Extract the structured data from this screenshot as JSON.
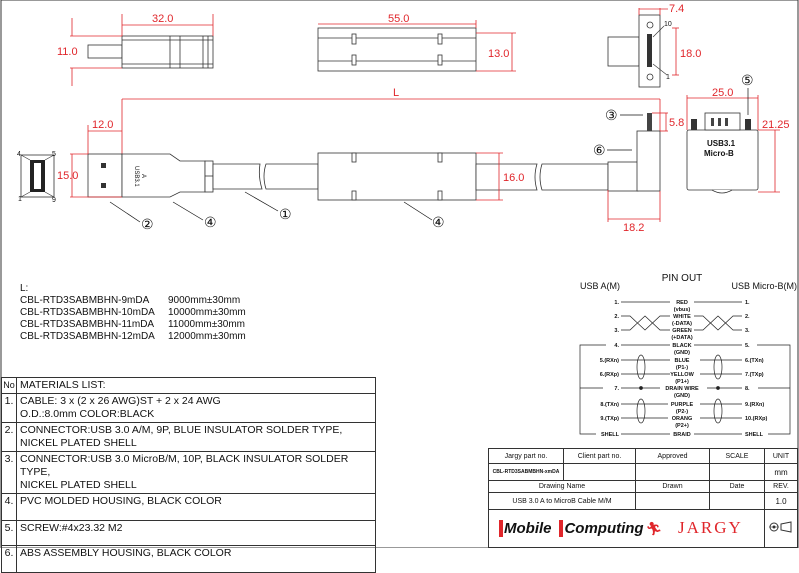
{
  "dimensions": {
    "top_plug_length": "32.0",
    "top_plug_height": "11.0",
    "ferrite_length": "55.0",
    "ferrite_height": "13.0",
    "microb_width": "7.4",
    "microb_height": "18.0",
    "overall_length": "L",
    "plug_tip_length": "12.0",
    "plug_height": "15.0",
    "cable_od": "16.0",
    "screw_length": "5.8",
    "microb_depth": "18.2",
    "microb_face_width": "25.0",
    "microb_face_height": "21.25"
  },
  "callouts": [
    "①",
    "②",
    "③",
    "④",
    "⑤",
    "⑥"
  ],
  "face_pins": {
    "p4": "4",
    "p5": "5",
    "p1": "1",
    "p9": "9",
    "m10": "10",
    "m1": "1"
  },
  "connector_marks": {
    "usb_a_line1": "USB3.1",
    "usb_a_line2": "A",
    "microb_line1": "USB3.1",
    "microb_line2": "Micro-B"
  },
  "length_list": {
    "title": "L:",
    "items": [
      {
        "part": "CBL-RTD3SABMBHN-9mDA",
        "length": "9000mm±30mm"
      },
      {
        "part": "CBL-RTD3SABMBHN-10mDA",
        "length": "10000mm±30mm"
      },
      {
        "part": "CBL-RTD3SABMBHN-11mDA",
        "length": "11000mm±30mm"
      },
      {
        "part": "CBL-RTD3SABMBHN-12mDA",
        "length": "12000mm±30mm"
      }
    ]
  },
  "materials": {
    "no_header": "No",
    "header": "MATERIALS LIST:",
    "items": [
      {
        "no": "1.",
        "line1": "CABLE: 3 x (2 x 26 AWG)ST + 2 x 24 AWG",
        "line2": "O.D.:8.0mm COLOR:BLACK"
      },
      {
        "no": "2.",
        "line1": "CONNECTOR:USB 3.0 A/M, 9P, BLUE INSULATOR SOLDER TYPE,",
        "line2": "NICKEL PLATED SHELL"
      },
      {
        "no": "3.",
        "line1": "CONNECTOR:USB 3.0 MicroB/M, 10P, BLACK INSULATOR SOLDER TYPE,",
        "line2": "NICKEL PLATED SHELL"
      },
      {
        "no": "4.",
        "line1": "PVC MOLDED HOUSING, BLACK COLOR",
        "line2": ""
      },
      {
        "no": "5.",
        "line1": "SCREW:#4x23.32 M2",
        "line2": ""
      },
      {
        "no": "6.",
        "line1": "ABS ASSEMBLY HOUSING, BLACK COLOR",
        "line2": ""
      }
    ]
  },
  "pinout": {
    "title": "PIN OUT",
    "left_header": "USB A(M)",
    "right_header": "USB Micro-B(M)",
    "rows": [
      {
        "left": "1.",
        "wire": "RED",
        "sub": "(vbus)",
        "right": "1."
      },
      {
        "left": "2.",
        "wire": "WHITE",
        "sub": "(-DATA)",
        "right": "2."
      },
      {
        "left": "3.",
        "wire": "GREEN",
        "sub": "(+DATA)",
        "right": "3."
      },
      {
        "left": "4.",
        "wire": "BLACK",
        "sub": "(GND)",
        "right": "5."
      },
      {
        "left": "5.(RXn)",
        "wire": "BLUE",
        "sub": "(P1-)",
        "right": "6.(TXn)"
      },
      {
        "left": "6.(RXp)",
        "wire": "YELLOW",
        "sub": "(P1+)",
        "right": "7.(TXp)"
      },
      {
        "left": "7.",
        "wire": "DRAIN WIRE",
        "sub": "(GND)",
        "right": "8."
      },
      {
        "left": "8.(TXn)",
        "wire": "PURPLE",
        "sub": "(P2-)",
        "right": "9.(RXn)"
      },
      {
        "left": "9.(TXp)",
        "wire": "ORANG",
        "sub": "(P2+)",
        "right": "10.(RXp)"
      },
      {
        "left": "SHELL",
        "wire": "BRAID",
        "sub": "",
        "right": "SHELL"
      }
    ]
  },
  "title_block": {
    "h_jargy_part": "Jargy part no.",
    "h_client_part": "Client part no.",
    "h_approved": "Approved",
    "h_scale": "SCALE",
    "h_unit": "UNIT",
    "jargy_part": "CBL-RTD3SABMBHN-xmDA",
    "client_part": "",
    "approved": "",
    "scale": "",
    "unit": "mm",
    "h_drawing_name": "Drawing Name",
    "h_drawn": "Drawn",
    "h_date": "Date",
    "h_rev": "REV.",
    "drawing_name": "USB 3.0 A to MicroB Cable M/M",
    "drawn": "",
    "date": "",
    "rev": "1.0",
    "logo_mobile": "Mobile",
    "logo_computing": "Computing",
    "logo_jargy": "JARGY"
  },
  "colors": {
    "dimension": "#e0262b",
    "outline": "#333333",
    "brand_red": "#e0262b"
  }
}
